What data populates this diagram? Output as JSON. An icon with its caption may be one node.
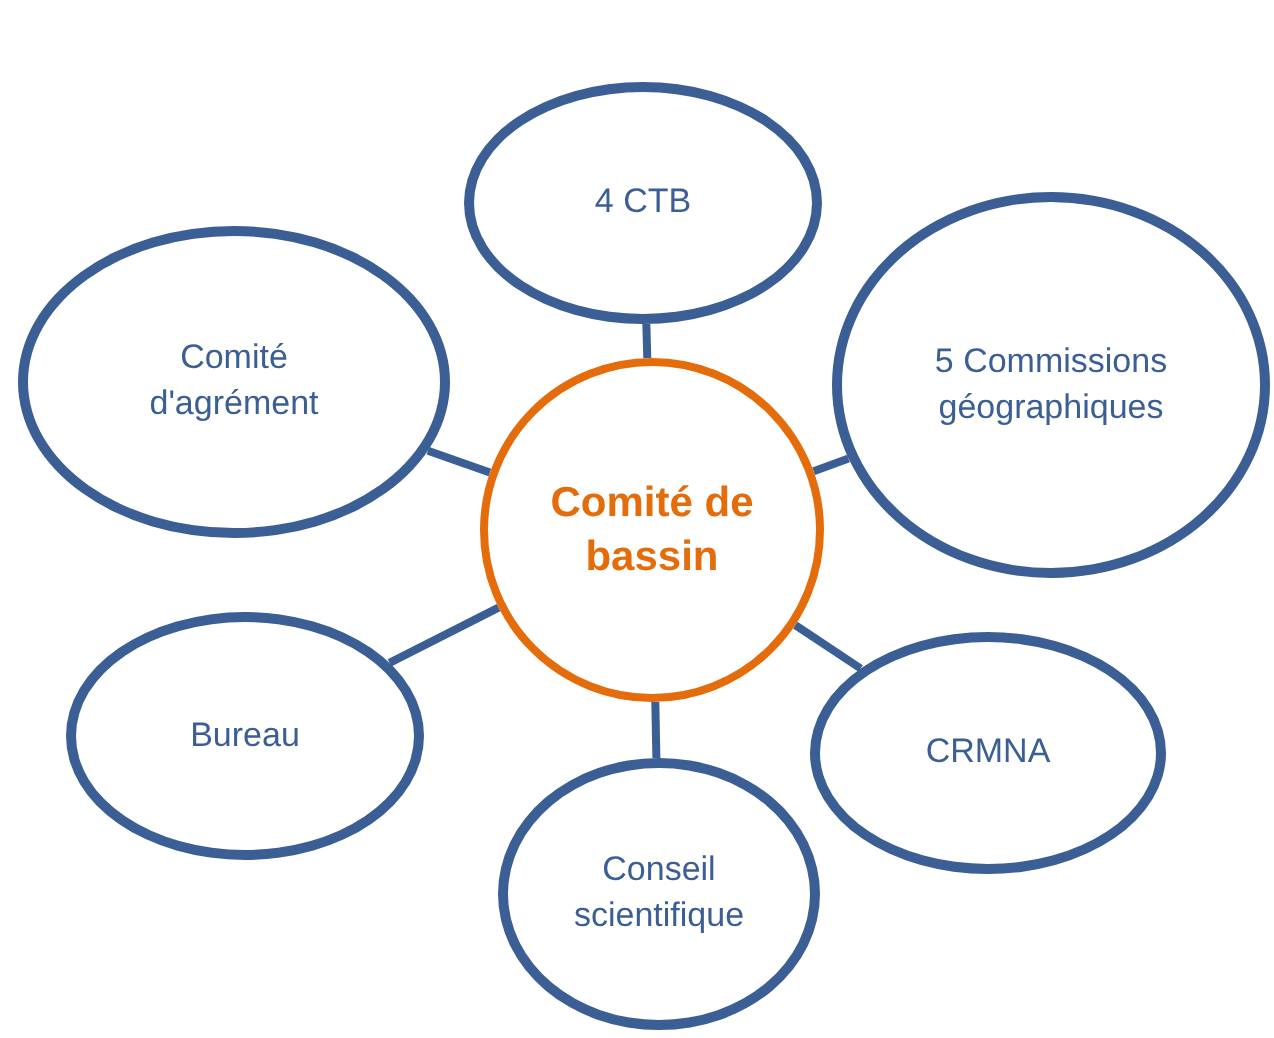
{
  "diagram": {
    "nodes": [
      {
        "text": [
          "Comité de bassin"
        ]
      },
      {
        "text": [
          "4 CTB"
        ]
      },
      {
        "text": [
          "Comité d'agrément"
        ]
      },
      {
        "text": [
          "5 Commissions géographiques"
        ]
      },
      {
        "text": [
          "Bureau"
        ]
      },
      {
        "text": [
          "CRMNA"
        ]
      },
      {
        "text": [
          "Conseil scientifique"
        ]
      }
    ],
    "edges": [
      {
        "from": 0,
        "to": 1,
        "arrow": "none"
      },
      {
        "from": 0,
        "to": 2,
        "arrow": "none"
      },
      {
        "from": 0,
        "to": 3,
        "arrow": "none"
      },
      {
        "from": 0,
        "to": 4,
        "arrow": "none"
      },
      {
        "from": 0,
        "to": 5,
        "arrow": "none"
      },
      {
        "from": 0,
        "to": 6,
        "arrow": "none"
      }
    ]
  }
}
